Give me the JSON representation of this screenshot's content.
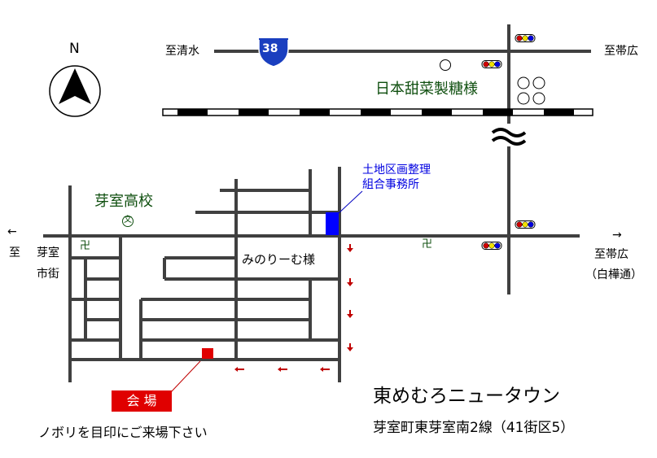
{
  "map": {
    "north_label": "N",
    "route_number": "38",
    "to_shimizu": "至清水",
    "to_obihiro_top": "至帯広",
    "sugar_company": "日本甜菜製糖様",
    "land_office_line1": "土地区画整理",
    "land_office_line2": "組合事務所",
    "school": "芽室高校",
    "school_symbol": "文",
    "temple_symbol": "卍",
    "left_arrow": "←",
    "left_to": "至",
    "left_town_line1": "芽室",
    "left_town_line2": "市街",
    "minorimu": "みのりーむ様",
    "right_arrow": "→",
    "to_obihiro_right": "至帯広",
    "shirakaba": "（白樺通）",
    "venue": "会 場",
    "banner_note": "ノボリを目印にご来場下さい",
    "area_name": "東めむろニュータウン",
    "address": "芽室町東芽室南2線（41街区5）",
    "break_symbol": "≈"
  },
  "colors": {
    "road": "#404040",
    "venue": "#e00000",
    "office": "#0000ff",
    "green_text": "#0f4f0f",
    "route_shield": "#1a3fbf"
  }
}
